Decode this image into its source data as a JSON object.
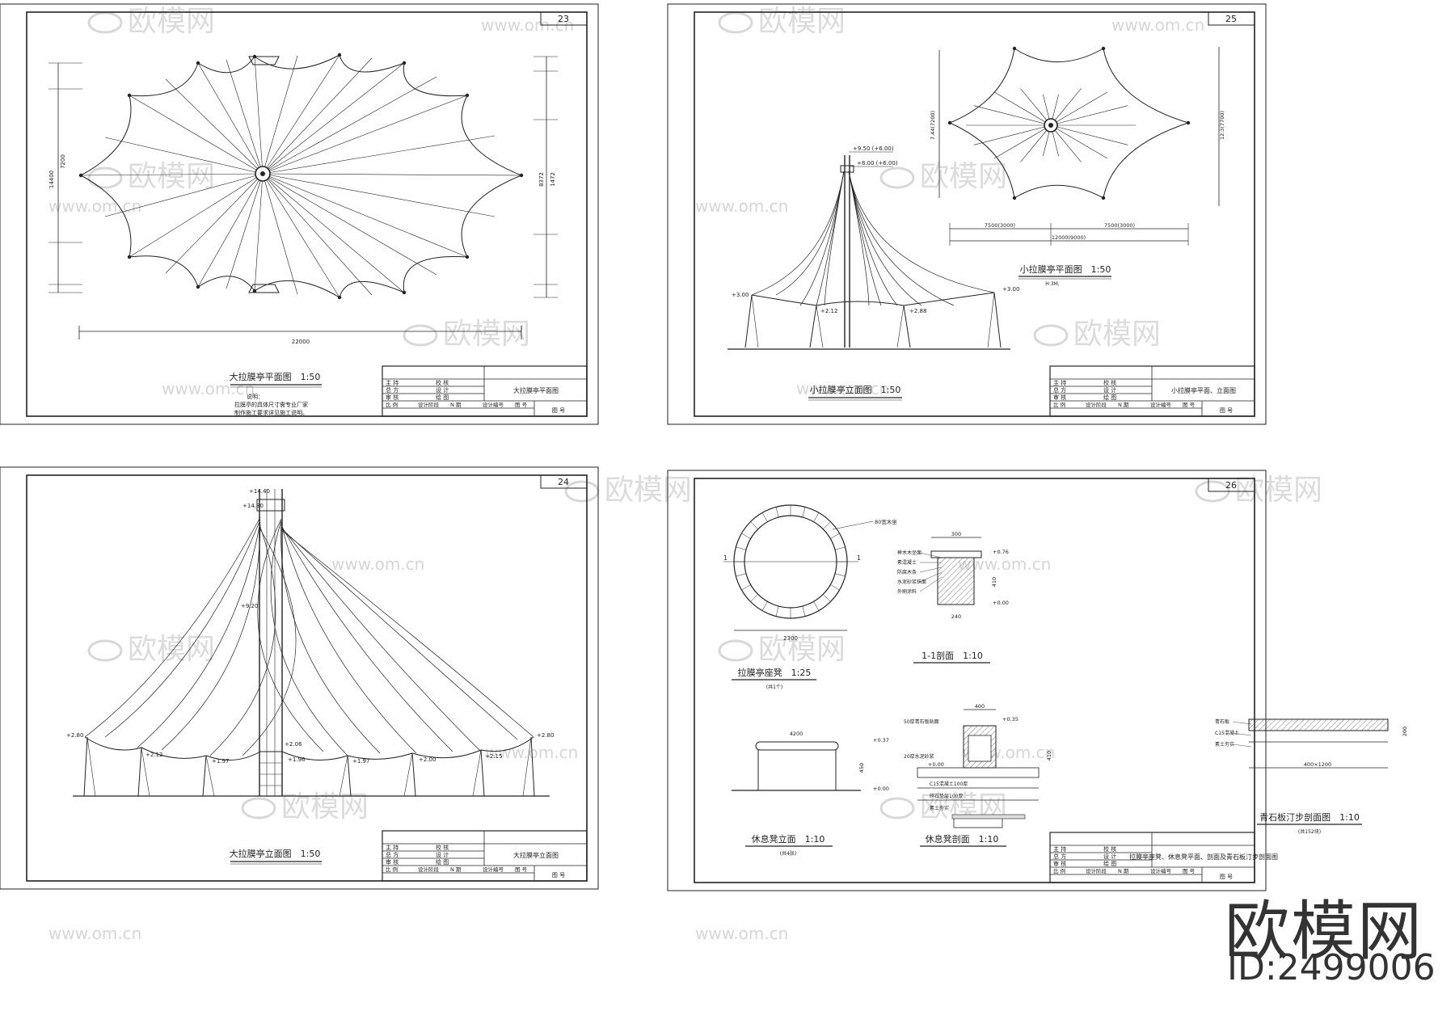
{
  "brand": {
    "name": "欧模网",
    "id": "ID:2499006"
  },
  "watermark": {
    "logo": "欧模网",
    "url": "www.om.cn",
    "short": "om.cn"
  },
  "titleblock": {
    "r1": [
      "主 持",
      "校 核"
    ],
    "r2": [
      "总 方",
      "设 计"
    ],
    "r3": [
      "审 核",
      "绘 图"
    ],
    "footer": [
      "比 例",
      "设计阶段",
      "N 期",
      "设计编号",
      "图 号"
    ]
  },
  "sheets": [
    {
      "number": "23",
      "title": "大拉膜亭平面图　1:50",
      "sheet_name": "大拉膜亭平面图",
      "notes": [
        "说明：",
        "拉膜亭的具体尺寸需专业厂家",
        "制作施工要求详见施工说明。"
      ],
      "dims": {
        "overall": "22000",
        "left_total": "14400",
        "left_mid": "7200",
        "right_total": "8372",
        "right_inner": "1472"
      }
    },
    {
      "number": "25",
      "title": "小拉膜亭立面图　1:50",
      "title2": "小拉膜亭平面图　1:50",
      "title2_sub": "H:3M,",
      "sheet_name": "小拉膜亭平面、立面图",
      "levels": {
        "top1": "+9.50 (+6.00)",
        "top2": "+8.00 (+6.00)",
        "left": "+3.00",
        "right": "+3.00",
        "mid1": "+2.12",
        "mid2": "+2.88"
      },
      "dims": {
        "total": "12000(9000)",
        "half1": "7500(3000)",
        "half2": "7500(3000)",
        "h1": "7.44(7200)",
        "h2": "12.3(7700)"
      }
    },
    {
      "number": "24",
      "title": "大拉膜亭立面图　1:50",
      "sheet_name": "大拉膜亭立面图",
      "levels": {
        "top1": "+14.40",
        "top2": "+14.30",
        "mid": "+9.20",
        "l": "+2.80",
        "r": "+2.80",
        "a": "+2.12",
        "b": "+1.97",
        "c": "+2.06",
        "d": "+1.96",
        "e": "+1.97",
        "f": "+2.00",
        "g": "+2.15"
      }
    },
    {
      "number": "26",
      "sheet_name": "拉膜亭座凳、休息凳平面、剖面及青石板汀步剖面图",
      "t_ring": "拉膜亭座凳　1:25",
      "t_ring_sub": "(共1个)",
      "t_sec": "1-1剖面　1:10",
      "t_elev": "休息凳立面　1:10",
      "t_elev_sub": "(共4张)",
      "t_sec2": "休息凳剖面　1:10",
      "t_step": "青石板汀步剖面图　1:10",
      "t_step_sub": "(共152块)",
      "ring_label": "80宽木坐",
      "ring_dim": "2300",
      "sec_labels": [
        "榉木木坐面",
        "素混凝土",
        "防腐木条",
        "水泥砂浆抹面",
        "外刷涂料"
      ],
      "sec_dims": {
        "w": "300",
        "h": "410",
        "b": "240",
        "l1": "+0.76",
        "l2": "+0.00"
      },
      "elev_dims": {
        "w": "4200",
        "h1": "+0.37",
        "h2": "+0.00",
        "v": "450"
      },
      "sec2_labels": [
        "50厚青石板贴面",
        "20厚水泥砂浆",
        "C15混凝土100厚",
        "碎石垫层100厚",
        "素土夯实"
      ],
      "sec2_dims": {
        "w": "400",
        "l1": "+0.35",
        "l2": "+0.00",
        "v": "410"
      },
      "step_labels": [
        "青石板",
        "C15混凝土",
        "素土夯实"
      ],
      "step_dims": {
        "w": "400×1200",
        "h": "200"
      }
    }
  ]
}
